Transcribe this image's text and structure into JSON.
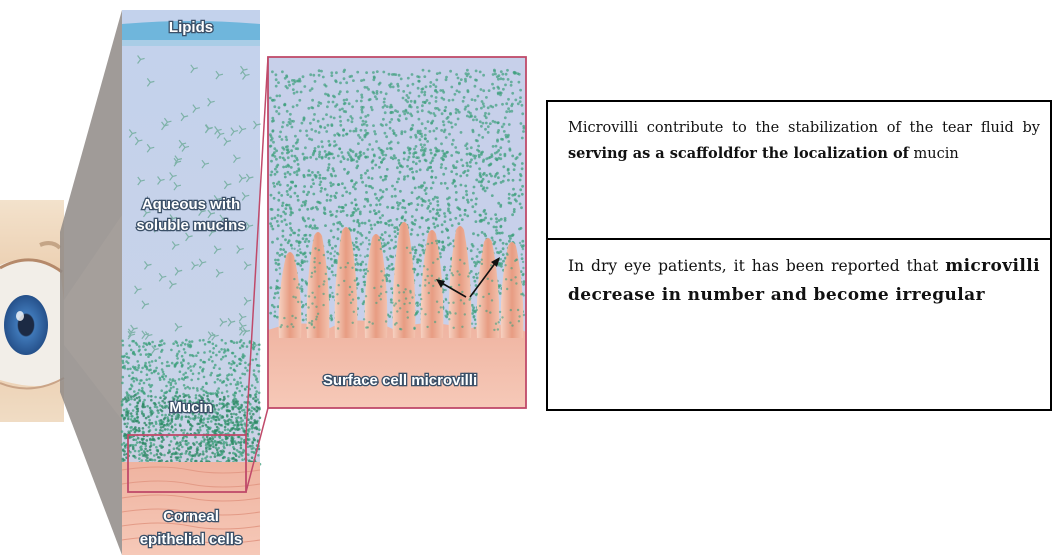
{
  "labels": {
    "lipids": "Lipids",
    "aqueous": [
      "Aqueous with",
      "soluble mucins"
    ],
    "mucin": "Mucin",
    "corneal": [
      "Corneal",
      "epithelial cells"
    ],
    "microvilli": "Surface cell microvilli"
  },
  "notes": [
    {
      "plain_before": "Microvilli contribute to the stabilization of the tear fluid by ",
      "bold": "serving as a scaffoldfor the localization of",
      "plain_after": " mucin"
    },
    {
      "plain_before": "In dry eye patients, it has been reported that ",
      "bold": "microvilli decrease in number and become irregular",
      "plain_after": ""
    }
  ],
  "colors": {
    "tear_film": "#c9d6ec",
    "lipid_layer": "#6fb6dc",
    "mucin_glyph": "#3fa07e",
    "epithelium": "#f0b8a6",
    "microvilli": "#e9a68c",
    "outline": "#c04a6a"
  }
}
